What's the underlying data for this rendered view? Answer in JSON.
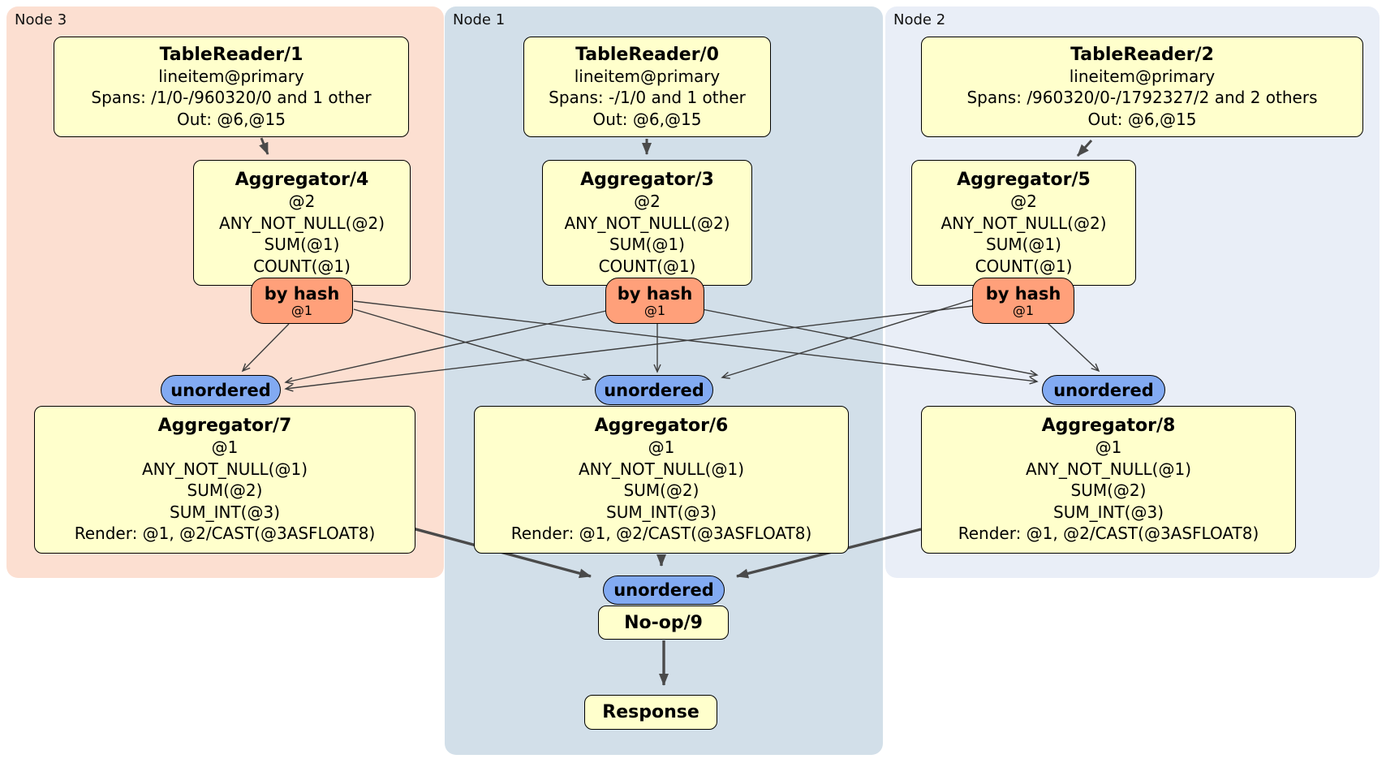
{
  "panels": {
    "node3": "Node 3",
    "node1": "Node 1",
    "node2": "Node 2"
  },
  "boxes": {
    "tr1": {
      "title": "TableReader/1",
      "lines": [
        "lineitem@primary",
        "Spans: /1/0-/960320/0 and 1 other",
        "Out: @6,@15"
      ]
    },
    "tr0": {
      "title": "TableReader/0",
      "lines": [
        "lineitem@primary",
        "Spans: -/1/0 and 1 other",
        "Out: @6,@15"
      ]
    },
    "tr2": {
      "title": "TableReader/2",
      "lines": [
        "lineitem@primary",
        "Spans: /960320/0-/1792327/2 and 2 others",
        "Out: @6,@15"
      ]
    },
    "agg4": {
      "title": "Aggregator/4",
      "lines": [
        "@2",
        "ANY_NOT_NULL(@2)",
        "SUM(@1)",
        "COUNT(@1)"
      ]
    },
    "agg3": {
      "title": "Aggregator/3",
      "lines": [
        "@2",
        "ANY_NOT_NULL(@2)",
        "SUM(@1)",
        "COUNT(@1)"
      ]
    },
    "agg5": {
      "title": "Aggregator/5",
      "lines": [
        "@2",
        "ANY_NOT_NULL(@2)",
        "SUM(@1)",
        "COUNT(@1)"
      ]
    },
    "agg7": {
      "title": "Aggregator/7",
      "lines": [
        "@1",
        "ANY_NOT_NULL(@1)",
        "SUM(@2)",
        "SUM_INT(@3)",
        "Render: @1, @2/CAST(@3ASFLOAT8)"
      ]
    },
    "agg6": {
      "title": "Aggregator/6",
      "lines": [
        "@1",
        "ANY_NOT_NULL(@1)",
        "SUM(@2)",
        "SUM_INT(@3)",
        "Render: @1, @2/CAST(@3ASFLOAT8)"
      ]
    },
    "agg8": {
      "title": "Aggregator/8",
      "lines": [
        "@1",
        "ANY_NOT_NULL(@1)",
        "SUM(@2)",
        "SUM_INT(@3)",
        "Render: @1, @2/CAST(@3ASFLOAT8)"
      ]
    },
    "noop": {
      "title": "No-op/9"
    },
    "response": {
      "title": "Response"
    }
  },
  "router": {
    "label": "by hash",
    "sub": "@1"
  },
  "sync_label": "unordered",
  "edges": [
    {
      "from": "TableReader/1",
      "to": "Aggregator/4"
    },
    {
      "from": "TableReader/0",
      "to": "Aggregator/3"
    },
    {
      "from": "TableReader/2",
      "to": "Aggregator/5"
    },
    {
      "from": "Aggregator/4 by hash @1",
      "to": "unordered (Node 3)"
    },
    {
      "from": "Aggregator/4 by hash @1",
      "to": "unordered (Node 1)"
    },
    {
      "from": "Aggregator/4 by hash @1",
      "to": "unordered (Node 2)"
    },
    {
      "from": "Aggregator/3 by hash @1",
      "to": "unordered (Node 3)"
    },
    {
      "from": "Aggregator/3 by hash @1",
      "to": "unordered (Node 1)"
    },
    {
      "from": "Aggregator/3 by hash @1",
      "to": "unordered (Node 2)"
    },
    {
      "from": "Aggregator/5 by hash @1",
      "to": "unordered (Node 3)"
    },
    {
      "from": "Aggregator/5 by hash @1",
      "to": "unordered (Node 1)"
    },
    {
      "from": "Aggregator/5 by hash @1",
      "to": "unordered (Node 2)"
    },
    {
      "from": "unordered (Node 3)",
      "to": "Aggregator/7"
    },
    {
      "from": "unordered (Node 1)",
      "to": "Aggregator/6"
    },
    {
      "from": "unordered (Node 2)",
      "to": "Aggregator/8"
    },
    {
      "from": "Aggregator/7",
      "to": "unordered (final)"
    },
    {
      "from": "Aggregator/6",
      "to": "unordered (final)"
    },
    {
      "from": "Aggregator/8",
      "to": "unordered (final)"
    },
    {
      "from": "unordered (final)",
      "to": "No-op/9"
    },
    {
      "from": "No-op/9",
      "to": "Response"
    }
  ],
  "colors": {
    "panel_node3": "#fcdfd1",
    "panel_node1": "#d2dfe9",
    "panel_node2": "#e9eef7",
    "box_fill": "#ffffcc",
    "router_fill": "#ffa07a",
    "sync_fill": "#82aaf2",
    "edge": "#3d3d3d"
  }
}
